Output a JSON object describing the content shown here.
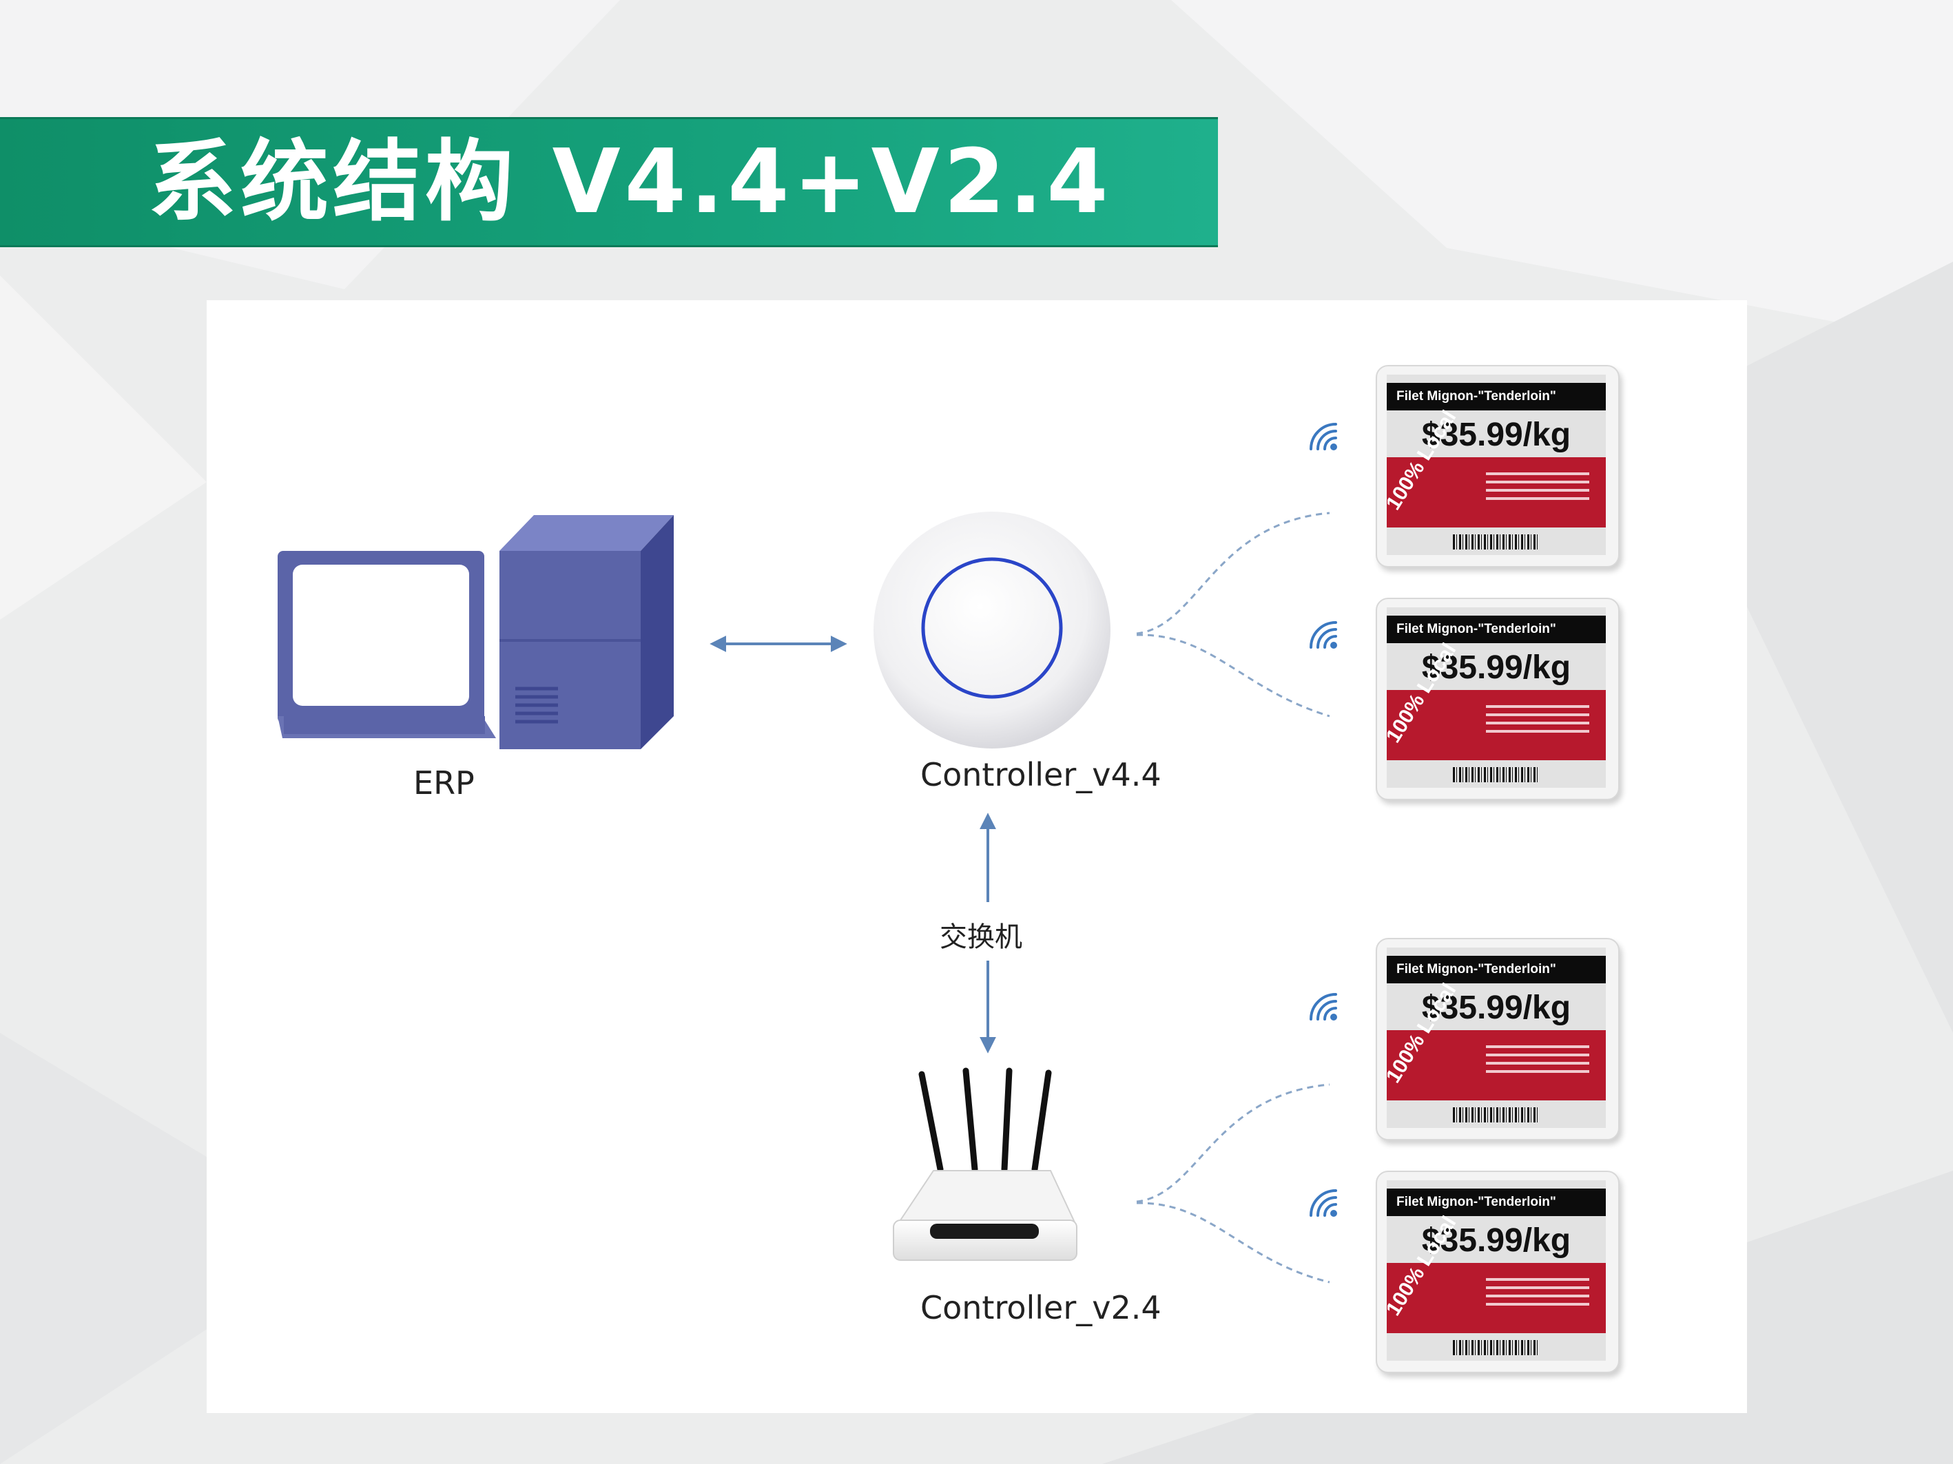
{
  "slide": {
    "title": "系统结构 V4.4+V2.4"
  },
  "nodes": {
    "erp_label": "ERP",
    "controller_v44_label": "Controller_v4.4",
    "switch_label": "交换机",
    "controller_v24_label": "Controller_v2.4"
  },
  "price_tags": [
    {
      "product": "Filet Mignon-\"Tenderloin\"",
      "price": "$35.99/kg",
      "badge": "100% Local"
    },
    {
      "product": "Filet Mignon-\"Tenderloin\"",
      "price": "$35.99/kg",
      "badge": "100% Local"
    },
    {
      "product": "Filet Mignon-\"Tenderloin\"",
      "price": "$35.99/kg",
      "badge": "100% Local"
    },
    {
      "product": "Filet Mignon-\"Tenderloin\"",
      "price": "$35.99/kg",
      "badge": "100% Local"
    }
  ],
  "colors": {
    "banner": "#15a07a",
    "arrow": "#5b84b8",
    "wireless_icon": "#3a78c0",
    "computer": "#5b64a8",
    "tag_red": "#b7192d"
  },
  "icons": [
    "computer-monitor-icon",
    "server-tower-icon",
    "access-point-icon",
    "router-icon",
    "wifi-signal-icon"
  ]
}
